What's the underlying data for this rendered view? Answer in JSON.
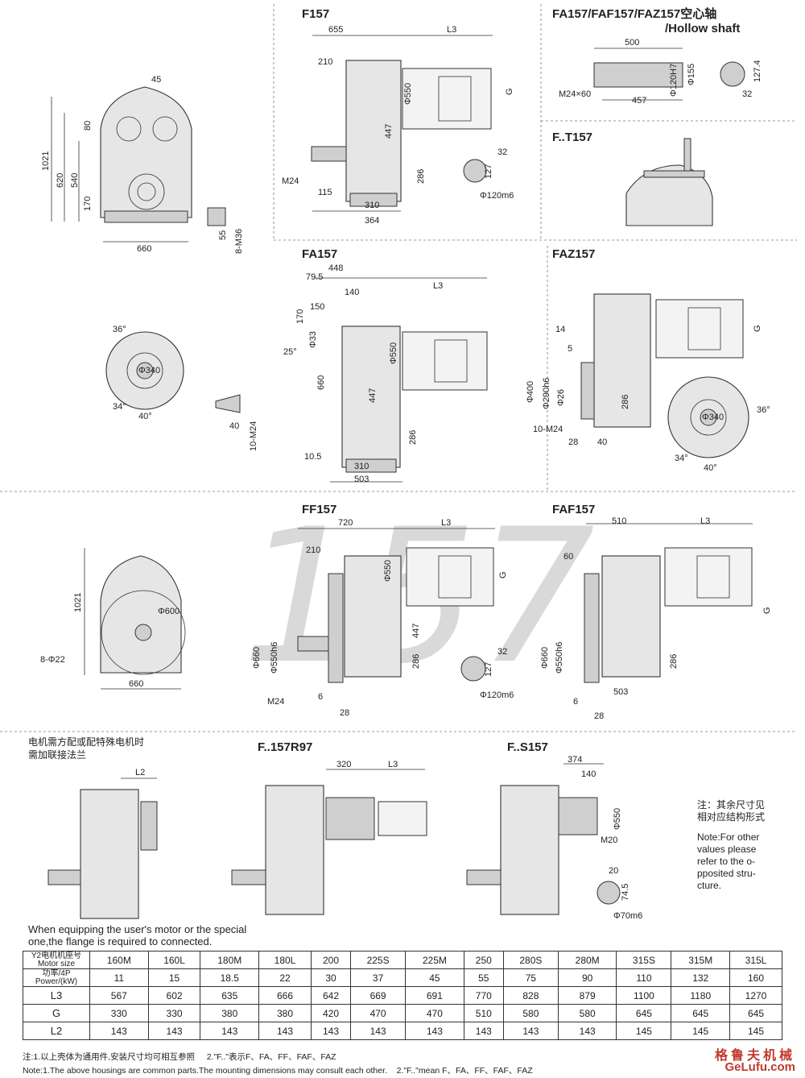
{
  "titles": {
    "f157": "F157",
    "hollow": "FA157/FAF157/FAZ157空心轴",
    "hollow_en": "/Hollow shaft",
    "ft157": "F..T157",
    "fa157": "FA157",
    "faz157": "FAZ157",
    "ff157": "FF157",
    "faf157": "FAF157",
    "fr97": "F..157R97",
    "fs157": "F..S157"
  },
  "watermark": "157",
  "dims": {
    "f157": [
      "655",
      "L3",
      "210",
      "Φ550",
      "G",
      "447",
      "286",
      "M24",
      "115",
      "310",
      "364",
      "32",
      "127",
      "Φ120m6"
    ],
    "front": [
      "45",
      "80",
      "1021",
      "620",
      "540",
      "170",
      "660",
      "55",
      "8-M36"
    ],
    "hollow": [
      "500",
      "127.4",
      "Φ120H7",
      "Φ155",
      "M24×60",
      "457",
      "32"
    ],
    "fa157": [
      "448",
      "79.5",
      "140",
      "L3",
      "150",
      "170",
      "25°",
      "Φ33",
      "Φ550",
      "660",
      "447",
      "286",
      "10.5",
      "310",
      "503",
      "36°",
      "Φ340",
      "34°",
      "40°",
      "40",
      "10-M24"
    ],
    "faz157": [
      "14",
      "5",
      "G",
      "Φ400",
      "Φ290h6",
      "Φ26",
      "286",
      "10-M24",
      "28",
      "40",
      "36°",
      "Φ340",
      "34°",
      "40°"
    ],
    "ff157": [
      "720",
      "L3",
      "210",
      "Φ550",
      "G",
      "1021",
      "Φ600",
      "8-Φ22",
      "660",
      "Φ660",
      "Φ550h6",
      "447",
      "286",
      "M24",
      "6",
      "28",
      "32",
      "127",
      "Φ120m6"
    ],
    "faf157": [
      "510",
      "L3",
      "60",
      "G",
      "Φ660",
      "Φ550h6",
      "286",
      "503",
      "6",
      "28"
    ],
    "l2": [
      "L2"
    ],
    "fr97": [
      "320",
      "L3"
    ],
    "fs157": [
      "374",
      "140",
      "Φ550",
      "M20",
      "20",
      "74.5",
      "Φ70m6"
    ]
  },
  "notes": {
    "flange_cn_1": "电机需方配或配特殊电机时",
    "flange_cn_2": "需加联接法兰",
    "flange_en_1": "When equipping the user's motor or the special",
    "flange_en_2": "one,the flange is required to connected.",
    "other_cn_1": "注：其余尺寸见",
    "other_cn_2": "相对应结构形式",
    "other_en": [
      "Note:For other",
      "values please",
      "refer to the o-",
      "pposited stru-",
      "cture."
    ]
  },
  "table": {
    "head_cn": "Y2电机机座号",
    "head_en": "Motor size",
    "power_cn": "功率/4P",
    "power_en": "Power/(kW)",
    "motor_sizes": [
      "160M",
      "160L",
      "180M",
      "180L",
      "200",
      "225S",
      "225M",
      "250",
      "280S",
      "280M",
      "315S",
      "315M",
      "315L"
    ],
    "power": [
      "11",
      "15",
      "18.5",
      "22",
      "30",
      "37",
      "45",
      "55",
      "75",
      "90",
      "110",
      "132",
      "160"
    ],
    "rows": [
      {
        "label": "L3",
        "values": [
          "567",
          "602",
          "635",
          "666",
          "642",
          "669",
          "691",
          "770",
          "828",
          "879",
          "1100",
          "1180",
          "1270"
        ]
      },
      {
        "label": "G",
        "values": [
          "330",
          "330",
          "380",
          "380",
          "420",
          "470",
          "470",
          "510",
          "580",
          "580",
          "645",
          "645",
          "645"
        ]
      },
      {
        "label": "L2",
        "values": [
          "143",
          "143",
          "143",
          "143",
          "143",
          "143",
          "143",
          "143",
          "143",
          "143",
          "145",
          "145",
          "145"
        ]
      }
    ]
  },
  "footer": {
    "cn_1": "注:1.以上壳体为通用件,安装尺寸均可相互参照",
    "cn_2": "2.\"F..\"表示F、FA、FF、FAF、FAZ",
    "en_1": "Note:1.The above housings are common parts.The mounting dimensions may consult each other.",
    "en_2": "2.\"F..\"mean F、FA、FF、FAF、FAZ"
  },
  "brand": {
    "cn": "格鲁夫机械",
    "url": "GeLufu.com"
  }
}
